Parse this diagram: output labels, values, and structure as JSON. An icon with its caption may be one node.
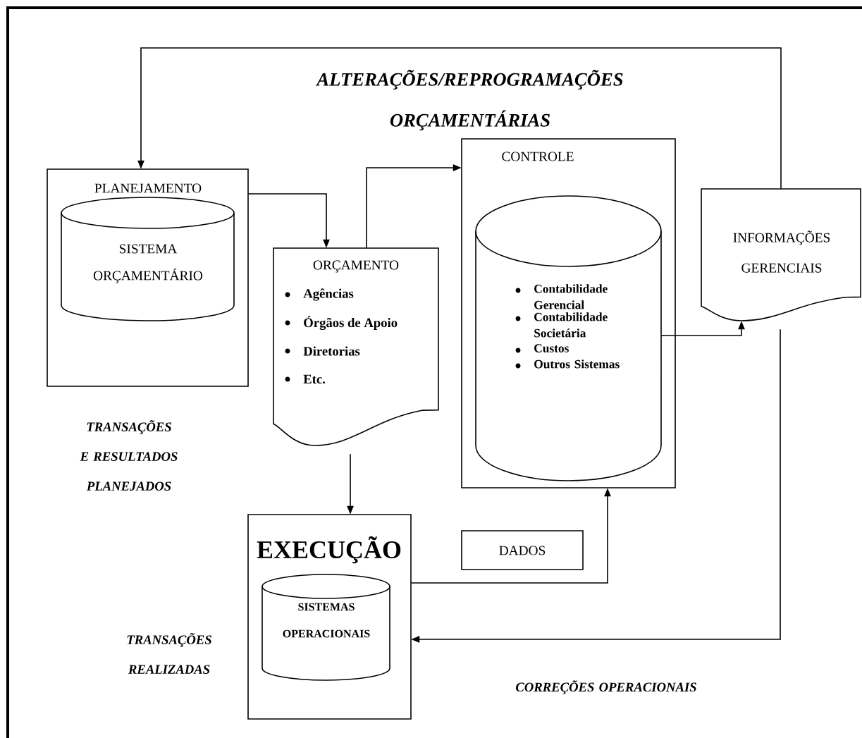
{
  "diagram": {
    "nodes": [
      {
        "text": [
          "PLANEJAMENTO"
        ]
      },
      {
        "text": [
          "SISTEMA ORÇAMENTÁRIO"
        ],
        "in": 0
      },
      {
        "text": [
          "ORÇAMENTO",
          "Agências",
          "Órgãos de Apoio",
          "Diretorias",
          "Etc."
        ]
      },
      {
        "text": [
          "CONTROLE"
        ]
      },
      {
        "text": [
          "Contabilidade Gerencial",
          "Contabilidade Societária",
          "Custos",
          "Outros Sistemas"
        ],
        "in": 3
      },
      {
        "text": [
          "INFORMAÇÕES GERENCIAIS"
        ]
      },
      {
        "text": [
          "EXECUÇÃO"
        ]
      },
      {
        "text": [
          "SISTEMAS OPERACIONAIS"
        ],
        "in": 6
      },
      {
        "text": [
          "DADOS"
        ]
      }
    ],
    "edges": [
      {
        "from": 5,
        "to": 0,
        "arrow": "to",
        "label": "ALTERAÇÕES/REPROGRAMAÇÕES ORÇAMENTÁRIAS"
      },
      {
        "from": 0,
        "to": 2,
        "arrow": "to"
      },
      {
        "from": 2,
        "to": 3,
        "arrow": "to"
      },
      {
        "from": 4,
        "to": 5,
        "arrow": "to"
      },
      {
        "from": 2,
        "to": 6,
        "arrow": "to"
      },
      {
        "from": 6,
        "to": 3,
        "arrow": "to"
      },
      {
        "from": 5,
        "to": 6,
        "arrow": "to",
        "label": "CORREÇÕES OPERACIONAIS"
      }
    ],
    "labels": [
      "TRANSAÇÕES E RESULTADOS PLANEJADOS",
      "TRANSAÇÕES REALIZADAS"
    ]
  }
}
